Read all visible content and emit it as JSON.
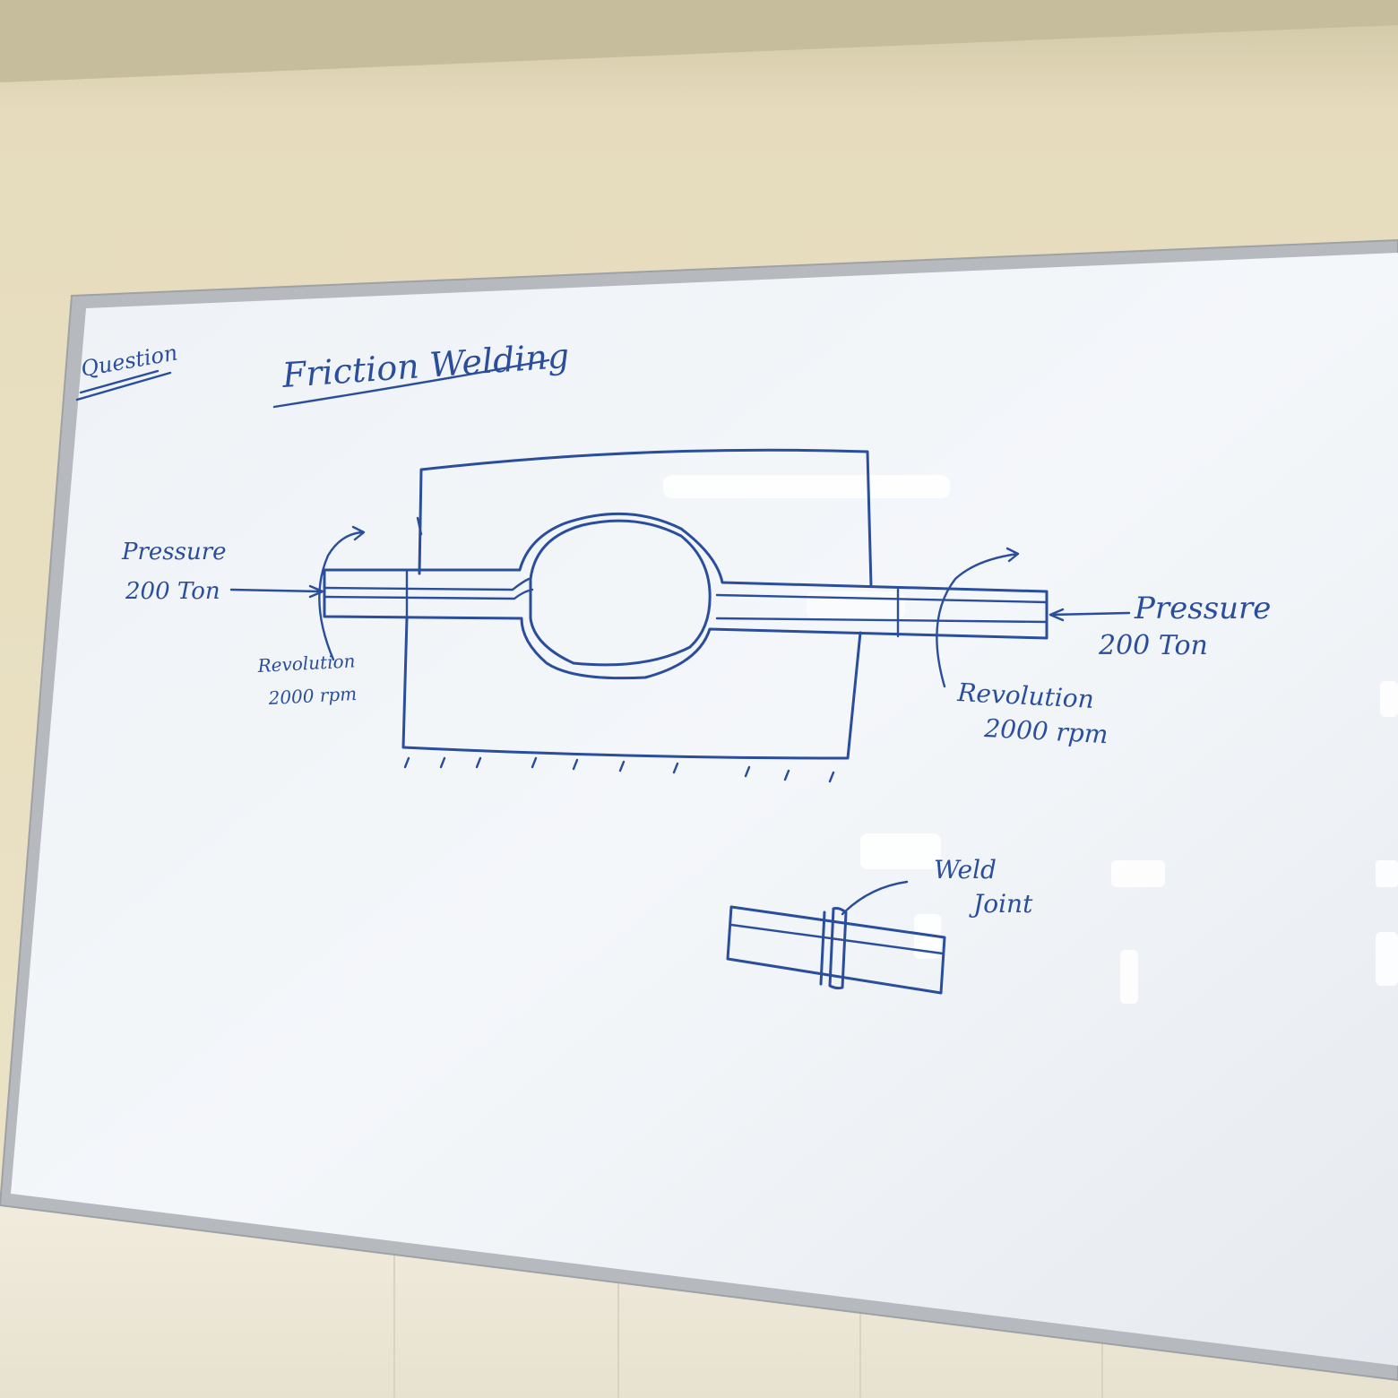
{
  "board": {
    "question_label": "Question",
    "title": "Friction Welding"
  },
  "diagram": {
    "left_pressure_label": "Pressure",
    "left_pressure_value": "200 Ton",
    "left_revolution_label": "Revolution",
    "left_revolution_value": "2000 rpm",
    "right_pressure_label": "Pressure",
    "right_pressure_value": "200 Ton",
    "right_revolution_label": "Revolution",
    "right_revolution_value": "2000 rpm"
  },
  "weld_sketch": {
    "label_line1": "Weld",
    "label_line2": "Joint"
  },
  "colors": {
    "marker_ink": "#2a4e9c",
    "wall": "#e9e1c4",
    "board_surface": "#f2f5f8",
    "frame": "#b9bcc0"
  }
}
